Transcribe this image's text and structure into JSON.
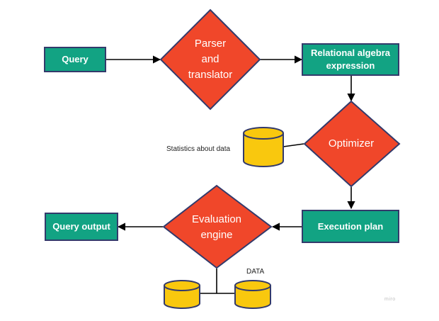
{
  "nodes": {
    "query": "Query",
    "parser": "Parser\nand\ntranslator",
    "relational": "Relational algebra\nexpression",
    "optimizer": "Optimizer",
    "statistics": "Statistics about data",
    "execution_plan": "Execution plan",
    "evaluation": "Evaluation\nengine",
    "query_output": "Query output",
    "data": "DATA"
  },
  "watermark": "miro",
  "colors": {
    "process_fill": "#12a383",
    "decision_fill": "#f0472a",
    "database_fill": "#f9c80e",
    "border": "#333a6b",
    "arrow": "#000000"
  }
}
